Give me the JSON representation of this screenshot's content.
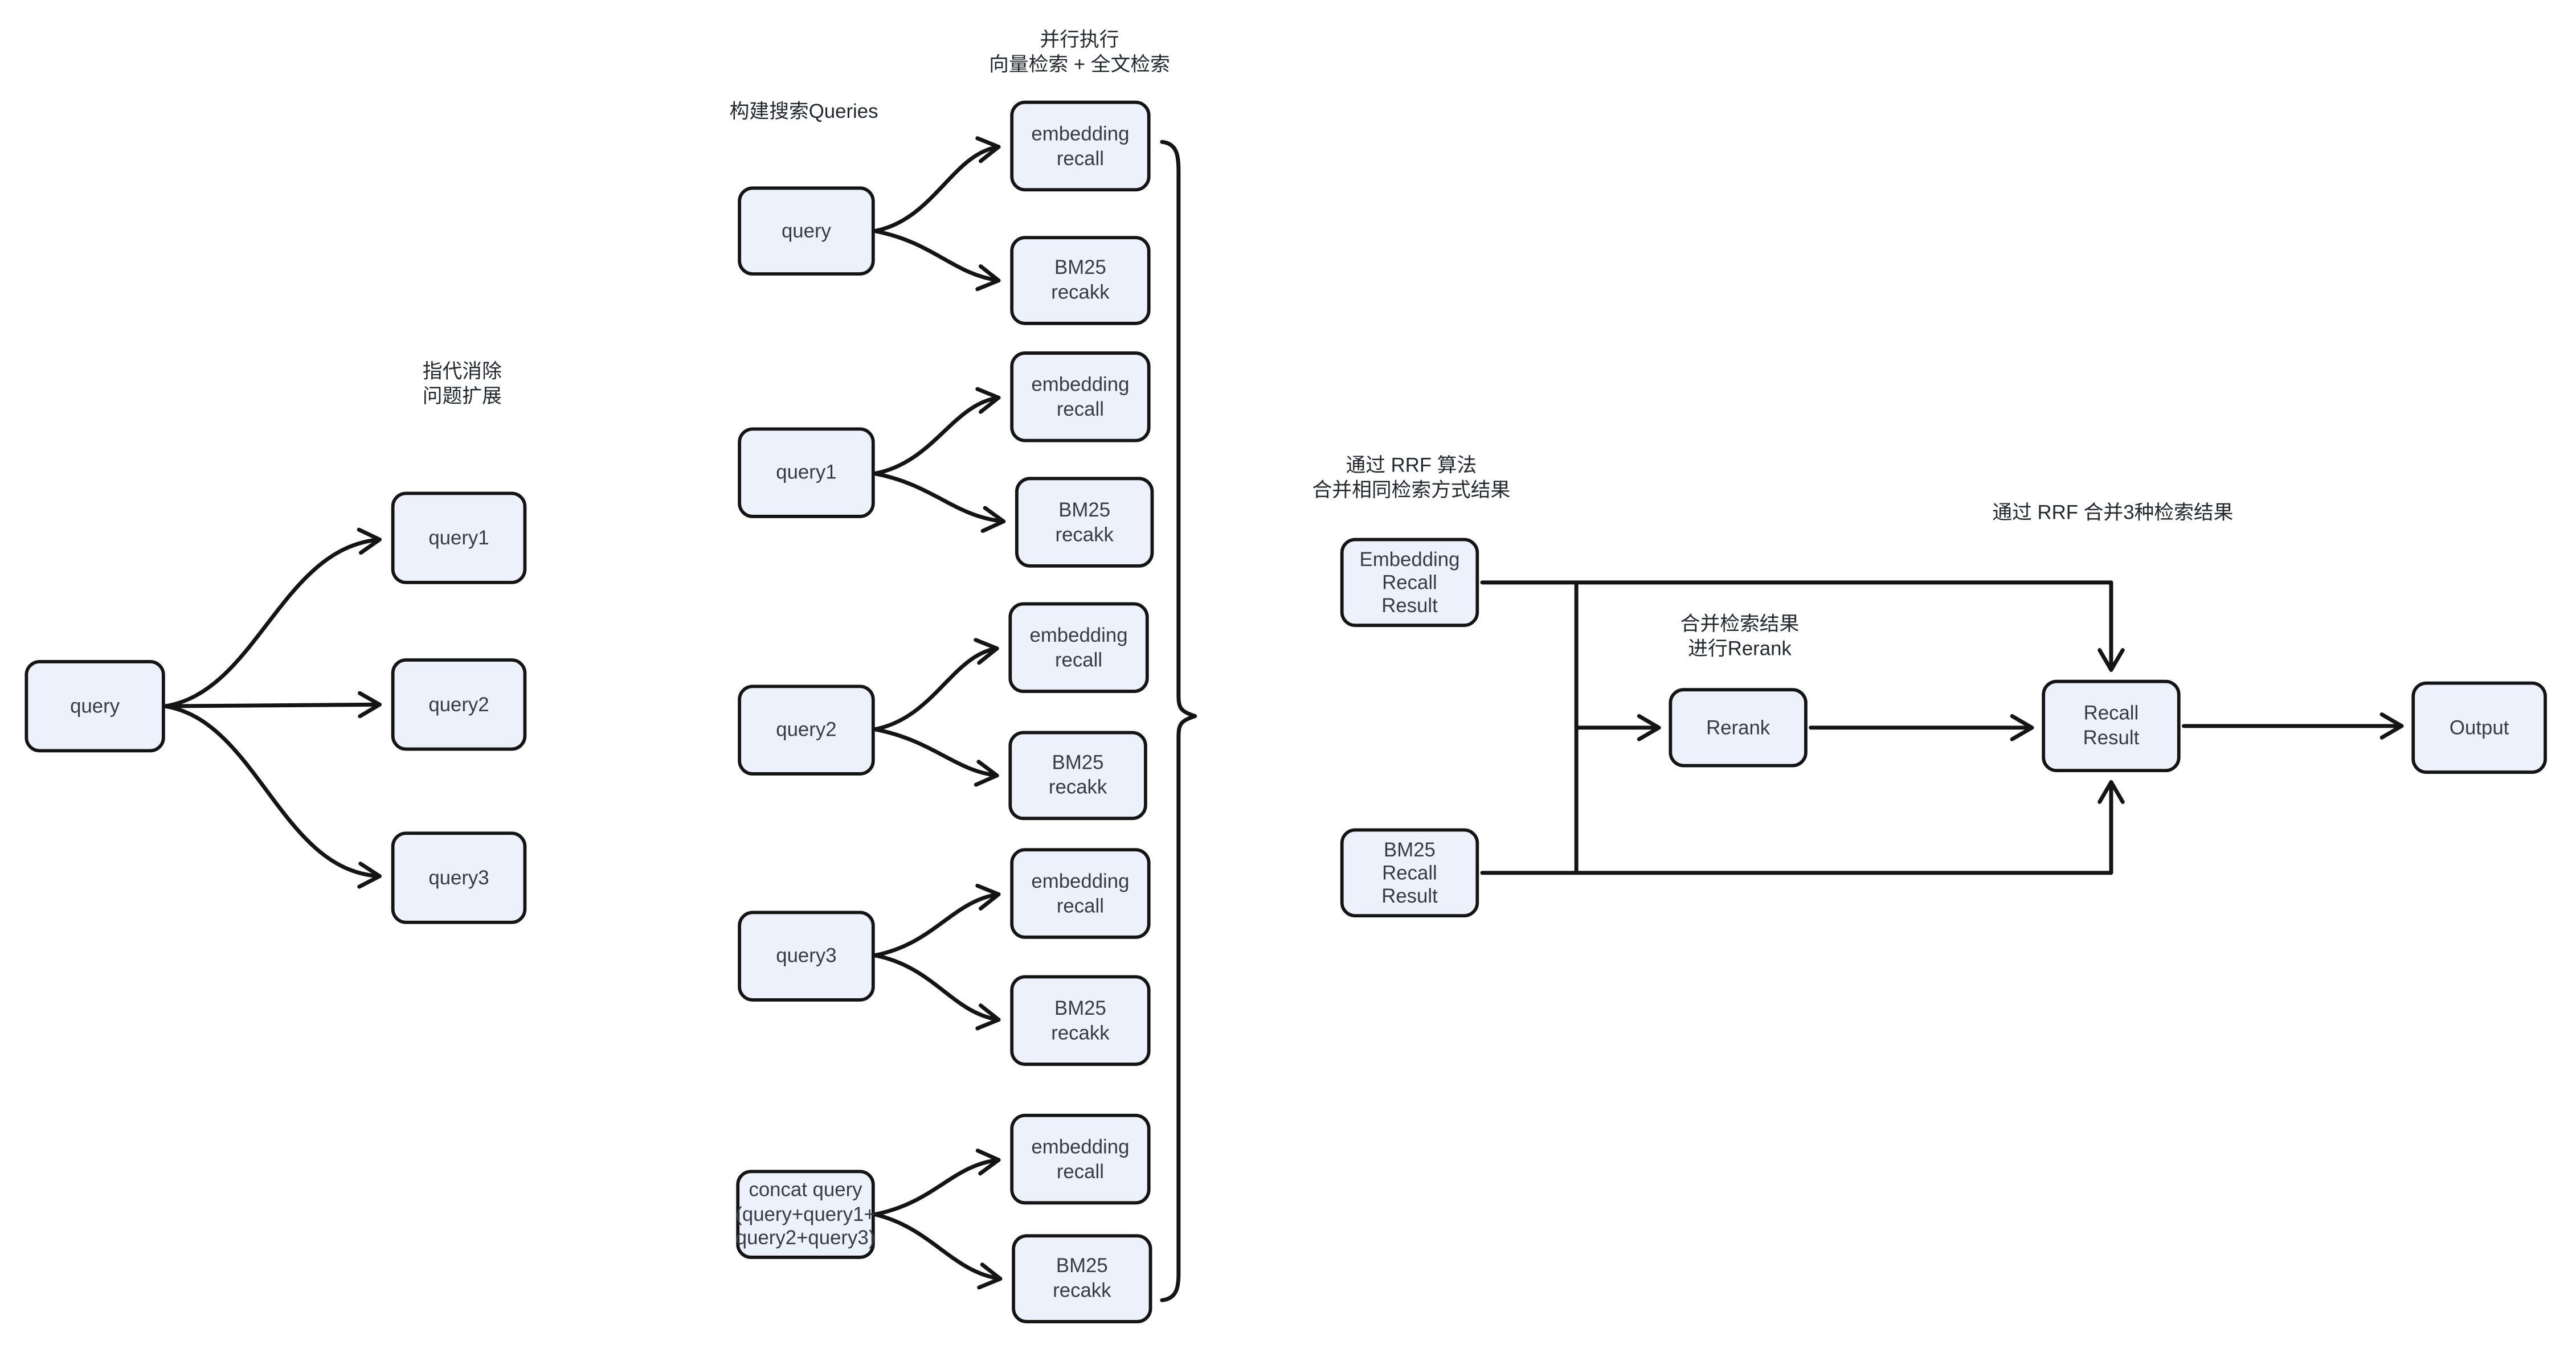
{
  "colors": {
    "node_fill": "#edf1fb",
    "node_border": "#141414",
    "connector": "#141414",
    "node_text": "#363c45",
    "annotation_text": "#23272e",
    "background": "#ffffff"
  },
  "annotations": {
    "coref_expansion": "指代消除\n问题扩展",
    "build_queries": "构建搜索Queries",
    "parallel_exec": "并行执行\n向量检索 + 全文检索",
    "rrf_merge_same": "通过 RRF 算法\n合并相同检索方式结果",
    "rerank_note": "合并检索结果\n进行Rerank",
    "rrf_merge_three": "通过 RRF 合并3种检索结果"
  },
  "nodes": {
    "query": "query",
    "query1": "query1",
    "query2": "query2",
    "query3": "query3",
    "concat_query": "concat query\n(query+query1+\nquery2+query3)",
    "embedding_recall": "embedding\nrecall",
    "bm25_recall": "BM25\nrecakk",
    "embedding_recall_result": "Embedding\nRecall\nResult",
    "bm25_recall_result": "BM25\nRecall\nResult",
    "rerank": "Rerank",
    "recall_result": "Recall\nResult",
    "output": "Output"
  }
}
